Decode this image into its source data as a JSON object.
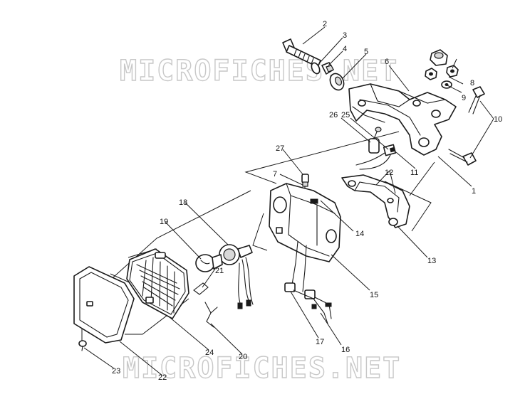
{
  "watermark": {
    "top": "MICROFICHES.NET",
    "bottom": "MICROFICHES.NET"
  },
  "callouts": {
    "c1": "1",
    "c2": "2",
    "c3": "3",
    "c4": "4",
    "c5": "5",
    "c6": "6",
    "c7": "7",
    "c8": "8",
    "c9": "9",
    "c10": "10",
    "c11": "11",
    "c12": "12",
    "c13": "13",
    "c14": "14",
    "c15": "15",
    "c16": "16",
    "c17": "17",
    "c18": "18",
    "c19": "19",
    "c20": "20",
    "c21": "21",
    "c22": "22",
    "c23": "23",
    "c24": "24",
    "c25": "25",
    "c26": "26",
    "c27": "27"
  }
}
